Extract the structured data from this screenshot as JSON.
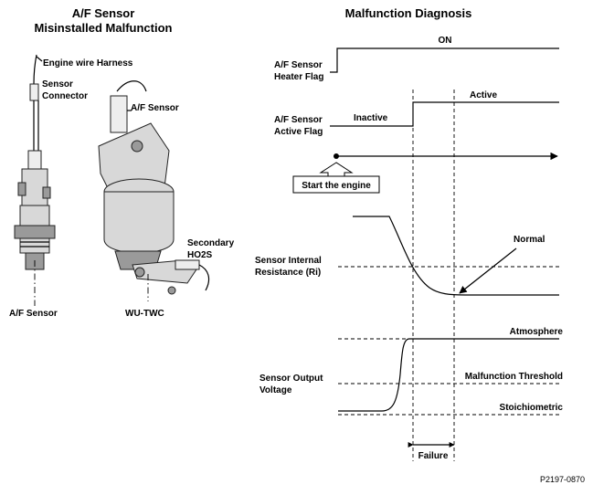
{
  "left_panel": {
    "title_line1": "A/F Sensor",
    "title_line2": "Misinstalled Malfunction",
    "engine_wire_harness": "Engine wire Harness",
    "sensor_connector_line1": "Sensor",
    "sensor_connector_line2": "Connector",
    "af_sensor_on_manifold": "A/F Sensor",
    "secondary_ho2s_line1": "Secondary",
    "secondary_ho2s_line2": "HO2S",
    "af_sensor_bottom": "A/F Sensor",
    "wu_twc": "WU-TWC"
  },
  "right_panel": {
    "title": "Malfunction Diagnosis",
    "heater_flag_line1": "A/F Sensor",
    "heater_flag_line2": "Heater Flag",
    "heater_on": "ON",
    "active_flag_line1": "A/F Sensor",
    "active_flag_line2": "Active Flag",
    "inactive": "Inactive",
    "active": "Active",
    "start_engine": "Start the engine",
    "resistance_line1": "Sensor Internal",
    "resistance_line2": "Resistance (Ri)",
    "normal": "Normal",
    "voltage_line1": "Sensor Output",
    "voltage_line2": "Voltage",
    "atmosphere": "Atmosphere",
    "malfunction_threshold": "Malfunction Threshold",
    "stoichiometric": "Stoichiometric",
    "failure": "Failure"
  },
  "figure_code": "P2197-0870"
}
